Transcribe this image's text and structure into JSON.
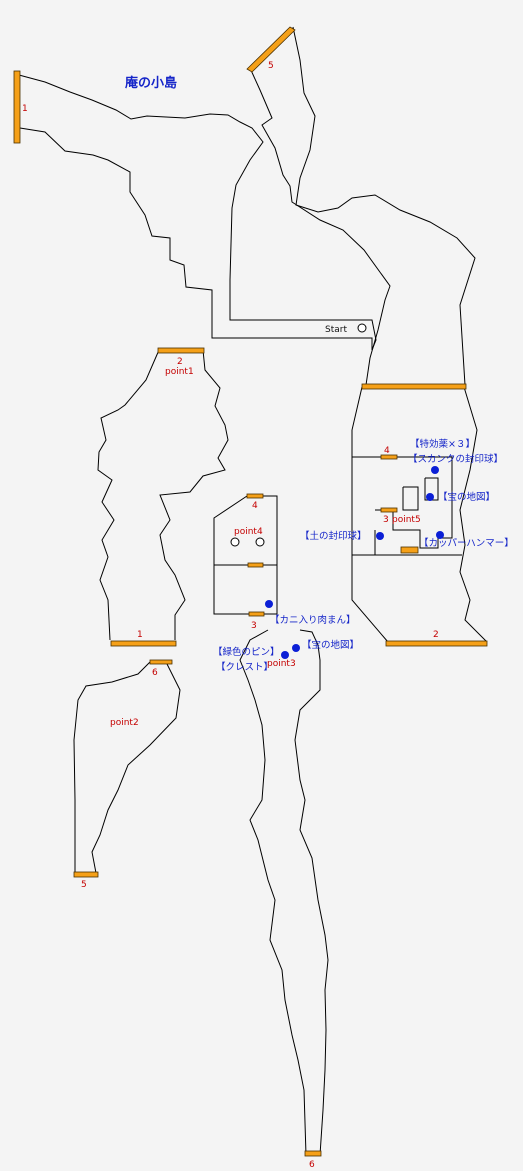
{
  "map": {
    "title": "庵の小島",
    "start_label": "Start",
    "door_labels": {
      "top_left": "1",
      "top_right": "5",
      "upper_left_top": "2",
      "upper_left_bottom": "1",
      "small_room_top": "4",
      "small_room_bottom": "3",
      "right_room_inner_4": "4",
      "right_room_inner_3": "3",
      "right_room_bottom": "2",
      "lower_left_top": "6",
      "lower_left_bottom": "5",
      "bottom": "6"
    },
    "points": {
      "point1": "point1",
      "point2": "point2",
      "point3": "point3",
      "point4": "point4",
      "point5": "point5"
    },
    "items": {
      "tokkouyaku": "【特効薬×３】",
      "skunk_orb": "【スカンクの封印球】",
      "treasure_map_right": "【宝の地図】",
      "earth_orb": "【土の封印球】",
      "copper_hammer": "【カッパーハンマー】",
      "crab_meat_bun": "【カニ入り肉まん】",
      "treasure_map_bottom": "【宝の地図】",
      "green_pin": "【緑色のピン】",
      "crest": "【クレスト】"
    }
  }
}
